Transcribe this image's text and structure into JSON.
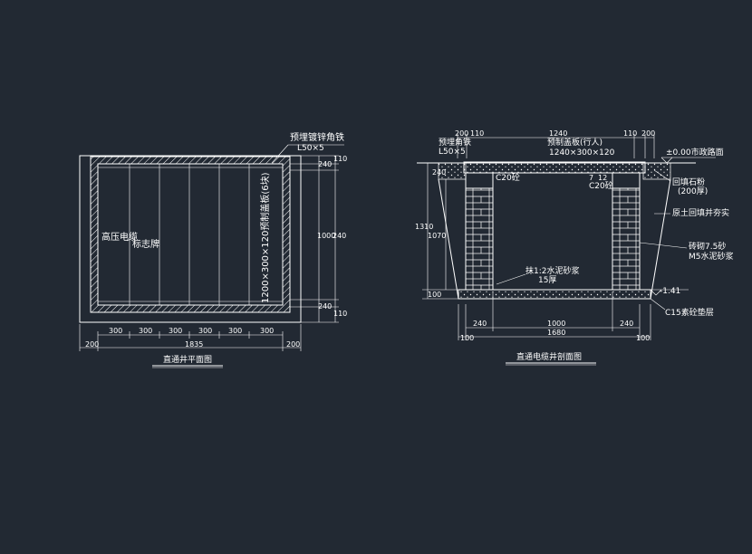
{
  "colors": {
    "background": "#222933",
    "lines": "#ffffff"
  },
  "plan": {
    "title": "直通井平面图",
    "callout_main": "预埋镀锌角铁",
    "callout_sub": "L50×5",
    "cover_label": "1200×300×120预制盖板(6块)",
    "left_note_1": "高压电缆",
    "left_note_2": "标志牌",
    "right_dims": [
      "240",
      "110",
      "1000",
      "240",
      "240",
      "110"
    ],
    "bottom_spacings": [
      "300",
      "300",
      "300",
      "300",
      "300",
      "300"
    ],
    "bottom_side": [
      "200",
      "200"
    ],
    "bottom_total": "1835"
  },
  "section": {
    "title": "直通电缆井剖面图",
    "top_dims": [
      "200",
      "110",
      "1240",
      "110",
      "200"
    ],
    "cover_label": "预制盖板(行人)",
    "cover_size": "1240×300×120",
    "angle_label": "预埋角铁",
    "angle_size": "L50×5",
    "road_level": "±0.00市政路面",
    "c20_left": "C20砼",
    "c20_right": "C20砼",
    "dim_7": "7",
    "dim_12": "12",
    "backfill_1": "回填石粉",
    "backfill_2": "(200厚)",
    "soil_note": "原土回填并夯实",
    "brick_1": "砖砌7.5砂",
    "brick_2": "M5水泥砂浆",
    "plaster_1": "抹1:2水泥砂浆",
    "plaster_2": "15厚",
    "level_low": "-1.41",
    "bed_note": "C15素砼垫层",
    "left_dims": [
      "240",
      "1310",
      "1070",
      "100"
    ],
    "bottom_dims": [
      "240",
      "1000",
      "240"
    ],
    "bottom_side": [
      "100",
      "100"
    ],
    "bottom_total": "1680"
  }
}
